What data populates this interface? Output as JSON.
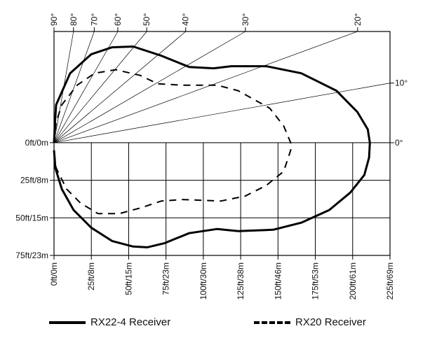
{
  "chart_data": {
    "type": "line",
    "title": "",
    "xlabel": "",
    "ylabel": "",
    "xlim": [
      0,
      225
    ],
    "ylim": [
      -75,
      74
    ],
    "x_ticks": [
      {
        "value": 0,
        "label": "0ft/0m"
      },
      {
        "value": 25,
        "label": "25ft/8m"
      },
      {
        "value": 50,
        "label": "50ft/15m"
      },
      {
        "value": 75,
        "label": "75ft/23m"
      },
      {
        "value": 100,
        "label": "100ft/30m"
      },
      {
        "value": 125,
        "label": "125ft/38m"
      },
      {
        "value": 150,
        "label": "150ft/46m"
      },
      {
        "value": 175,
        "label": "175ft/53m"
      },
      {
        "value": 200,
        "label": "200ft/61m"
      },
      {
        "value": 225,
        "label": "225ft/69m"
      }
    ],
    "y_ticks": [
      {
        "value": 0,
        "label": "0ft/0m"
      },
      {
        "value": -25,
        "label": "25ft/8m"
      },
      {
        "value": -50,
        "label": "50ft/15m"
      },
      {
        "value": -75,
        "label": "75ft/23m"
      }
    ],
    "angle_lines": [
      {
        "deg": 90,
        "label": "90°"
      },
      {
        "deg": 80,
        "label": "80°"
      },
      {
        "deg": 70,
        "label": "70°"
      },
      {
        "deg": 60,
        "label": "60°"
      },
      {
        "deg": 50,
        "label": "50°"
      },
      {
        "deg": 40,
        "label": "40°"
      },
      {
        "deg": 30,
        "label": "30°"
      },
      {
        "deg": 20,
        "label": "20°"
      },
      {
        "deg": 10,
        "label": "10°"
      },
      {
        "deg": 0,
        "label": "0°"
      }
    ],
    "grid": true,
    "legend_position": "bottom",
    "series": [
      {
        "name": "RX22-4 Receiver",
        "style": "solid",
        "color": "#000000",
        "points": [
          [
            0,
            0
          ],
          [
            0.5,
            11.2
          ],
          [
            1.4,
            25.2
          ],
          [
            10.8,
            46.2
          ],
          [
            24.9,
            58.8
          ],
          [
            38.9,
            63.5
          ],
          [
            53,
            64
          ],
          [
            71.8,
            57.9
          ],
          [
            90.5,
            50.4
          ],
          [
            106.9,
            49.5
          ],
          [
            118.7,
            50.9
          ],
          [
            142.1,
            50.9
          ],
          [
            165.6,
            46.2
          ],
          [
            189.1,
            34.6
          ],
          [
            203.1,
            20.5
          ],
          [
            210.1,
            8.9
          ],
          [
            211.5,
            0
          ],
          [
            211,
            -9.8
          ],
          [
            207.8,
            -21.5
          ],
          [
            198.4,
            -33.2
          ],
          [
            184.3,
            -44.8
          ],
          [
            165.6,
            -53.2
          ],
          [
            146.8,
            -57.9
          ],
          [
            123.3,
            -58.8
          ],
          [
            109.3,
            -57.4
          ],
          [
            90.5,
            -60.2
          ],
          [
            74.1,
            -66.8
          ],
          [
            62.4,
            -69.6
          ],
          [
            53,
            -69.1
          ],
          [
            38.9,
            -65.4
          ],
          [
            24.9,
            -56.5
          ],
          [
            13.1,
            -44.8
          ],
          [
            5.2,
            -30.8
          ],
          [
            0.9,
            -16.8
          ],
          [
            0,
            -5
          ]
        ]
      },
      {
        "name": "RX20 Receiver",
        "style": "dashed",
        "color": "#000000",
        "points": [
          [
            0,
            0
          ],
          [
            1.4,
            13.5
          ],
          [
            5.2,
            25.2
          ],
          [
            15.5,
            38.3
          ],
          [
            27.2,
            46.2
          ],
          [
            41.3,
            48.6
          ],
          [
            57.7,
            44.8
          ],
          [
            69.4,
            39.2
          ],
          [
            85.8,
            38.3
          ],
          [
            109.3,
            38.3
          ],
          [
            123.3,
            34.6
          ],
          [
            144.5,
            22.9
          ],
          [
            153.8,
            11.2
          ],
          [
            158.5,
            0
          ],
          [
            158.5,
            -5.1
          ],
          [
            153.8,
            -19.1
          ],
          [
            142.1,
            -28.5
          ],
          [
            128,
            -35.5
          ],
          [
            111.6,
            -38.8
          ],
          [
            85.8,
            -37.8
          ],
          [
            71.8,
            -38.8
          ],
          [
            57.7,
            -43.5
          ],
          [
            43.6,
            -47.2
          ],
          [
            29.5,
            -47.2
          ],
          [
            17.8,
            -40.2
          ],
          [
            8.4,
            -30.8
          ],
          [
            1.4,
            -16.8
          ],
          [
            0,
            -5
          ]
        ]
      }
    ]
  }
}
